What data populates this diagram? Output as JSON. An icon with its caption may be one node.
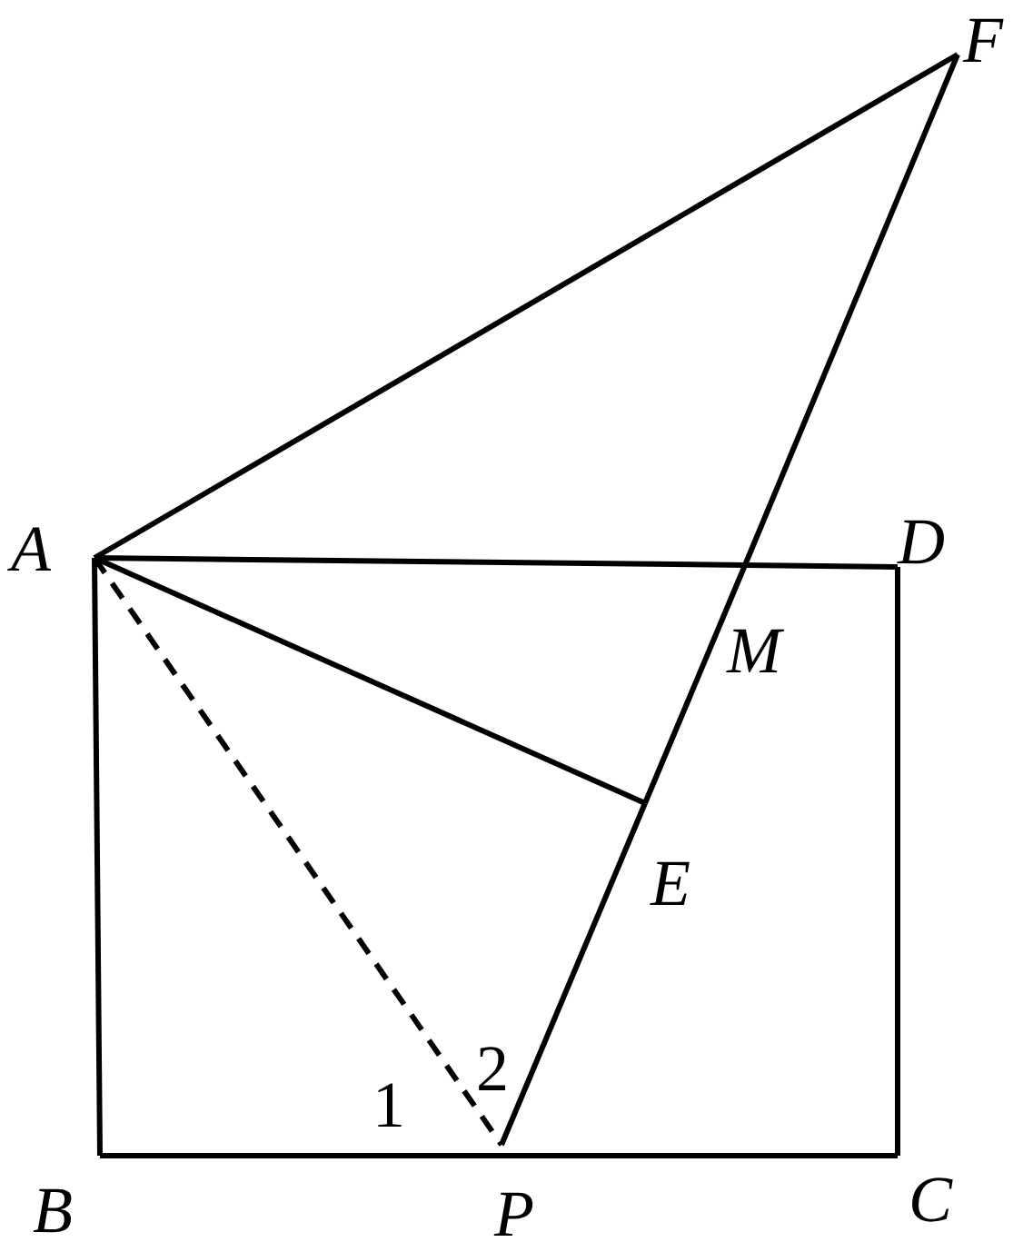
{
  "diagram": {
    "nodes": [
      {
        "text": [
          "A"
        ]
      },
      {
        "text": [
          "B"
        ]
      },
      {
        "text": [
          "C"
        ]
      },
      {
        "text": [
          "D"
        ]
      },
      {
        "text": [
          "F"
        ]
      },
      {
        "text": [
          "M"
        ]
      },
      {
        "text": [
          "E"
        ]
      },
      {
        "text": [
          "P"
        ]
      }
    ],
    "edges": [
      {
        "from": 0,
        "to": 4,
        "arrow": "none"
      },
      {
        "from": 0,
        "to": 5,
        "arrow": "none"
      },
      {
        "from": 5,
        "to": 3,
        "arrow": "none"
      },
      {
        "from": 3,
        "to": 2,
        "arrow": "none"
      },
      {
        "from": 2,
        "to": 1,
        "arrow": "none"
      },
      {
        "from": 1,
        "to": 0,
        "arrow": "none"
      },
      {
        "from": 0,
        "to": 6,
        "arrow": "none"
      },
      {
        "from": 4,
        "to": 5,
        "arrow": "none"
      },
      {
        "from": 5,
        "to": 6,
        "arrow": "none"
      },
      {
        "from": 6,
        "to": 7,
        "arrow": "none"
      },
      {
        "from": 0,
        "to": 7,
        "arrow": "none",
        "style": "dashed"
      }
    ],
    "labels": [
      "2",
      "1"
    ]
  }
}
